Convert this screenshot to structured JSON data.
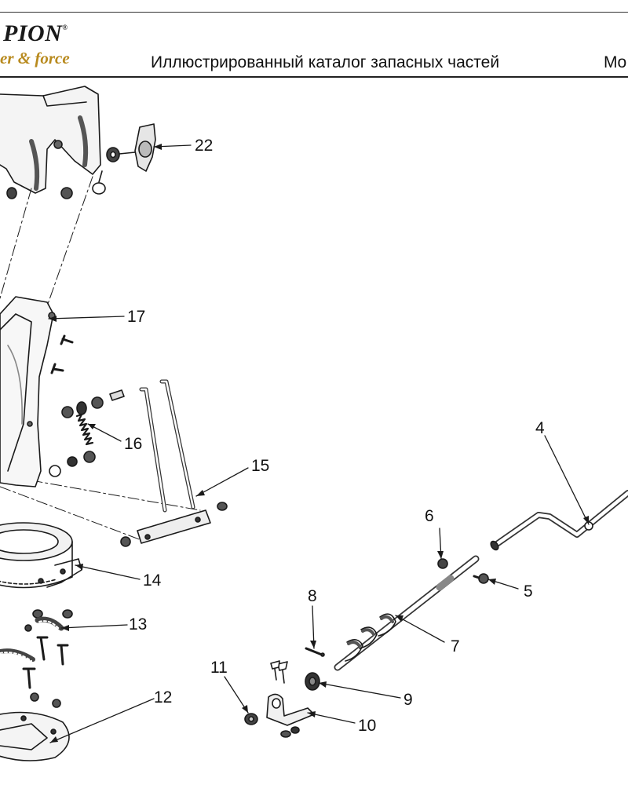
{
  "header": {
    "logo_top": "PION",
    "logo_registered": "®",
    "logo_bottom": "er & force",
    "catalog_title": "Иллюстрированный каталог запасных частей",
    "model_label": "Mo"
  },
  "callouts": {
    "c4": "4",
    "c5": "5",
    "c6": "6",
    "c7": "7",
    "c8": "8",
    "c9": "9",
    "c10": "10",
    "c11": "11",
    "c12": "12",
    "c13": "13",
    "c14": "14",
    "c15": "15",
    "c16": "16",
    "c17": "17",
    "c22": "22"
  },
  "colors": {
    "logo_accent": "#b88a1e",
    "line": "#1a1a1a"
  }
}
